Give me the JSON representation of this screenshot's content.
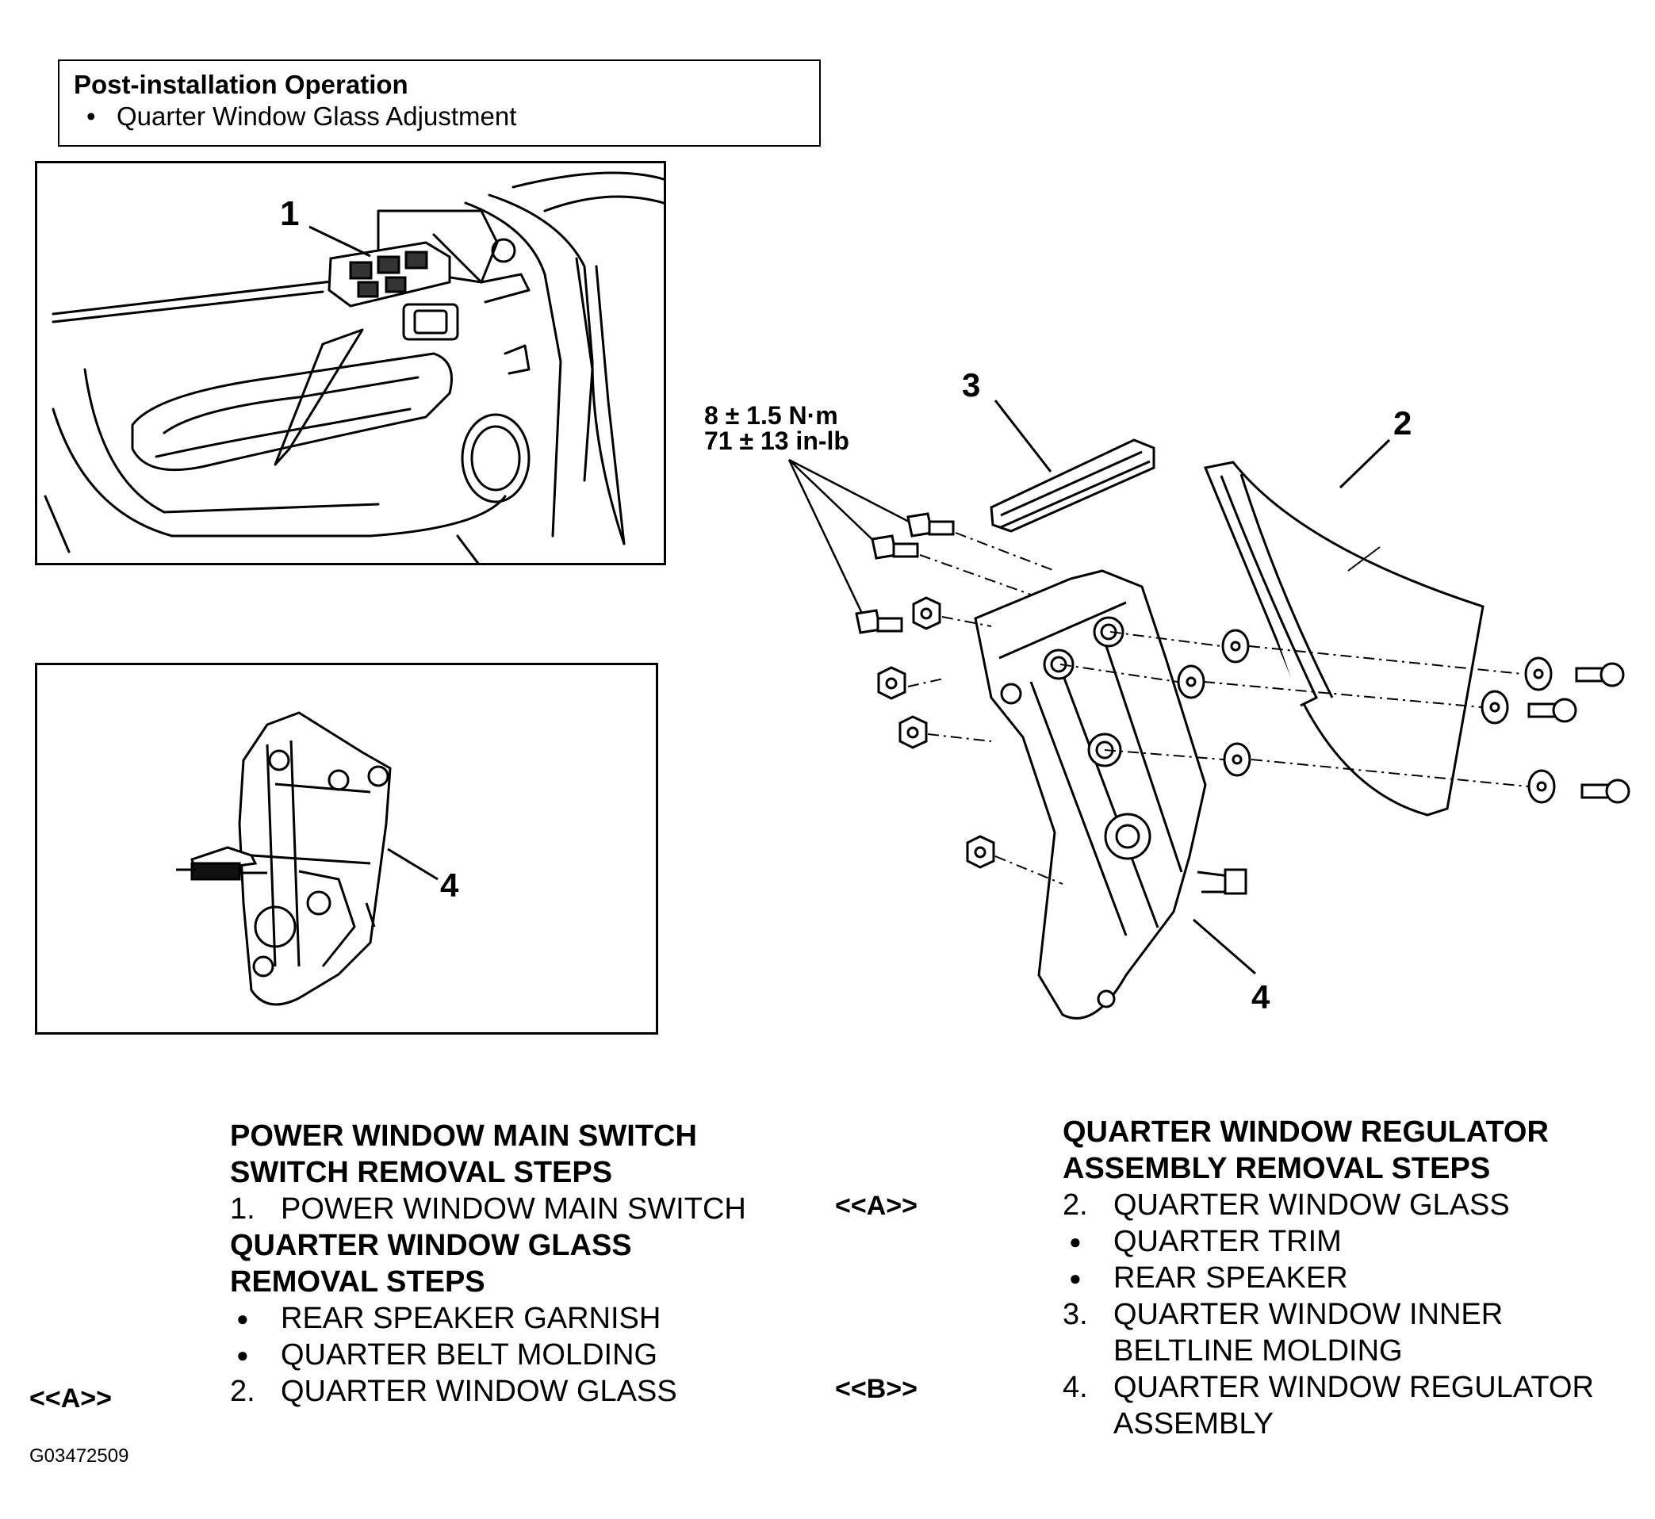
{
  "post_install": {
    "title": "Post-installation Operation",
    "item": "Quarter Window Glass Adjustment"
  },
  "callouts": {
    "c1": "1",
    "c2": "2",
    "c3": "3",
    "c4_main": "4",
    "c4_inset": "4"
  },
  "torque": {
    "line1": "8 ± 1.5 N·m",
    "line2": "71 ± 13 in-lb"
  },
  "left_steps": {
    "heading1_line1": "POWER WINDOW MAIN SWITCH",
    "heading1_line2": "SWITCH REMOVAL STEPS",
    "step1_num": "1.",
    "step1_text": "POWER WINDOW MAIN SWITCH",
    "heading2_line1": "QUARTER WINDOW GLASS",
    "heading2_line2": "REMOVAL STEPS",
    "item_a": "REAR SPEAKER GARNISH",
    "item_b": "QUARTER BELT MOLDING",
    "step2_ref": "<<A>>",
    "step2_num": "2.",
    "step2_text": "QUARTER WINDOW GLASS"
  },
  "right_steps": {
    "heading_line1": "QUARTER WINDOW REGULATOR",
    "heading_line2": "ASSEMBLY REMOVAL STEPS",
    "step2_ref": "<<A>>",
    "step2_num": "2.",
    "step2_text": "QUARTER WINDOW GLASS",
    "item_a": "QUARTER TRIM",
    "item_b": "REAR SPEAKER",
    "step3_num": "3.",
    "step3_text_line1": "QUARTER WINDOW INNER",
    "step3_text_line2": "BELTLINE MOLDING",
    "step4_ref": "<<B>>",
    "step4_num": "4.",
    "step4_text_line1": "QUARTER WINDOW REGULATOR",
    "step4_text_line2": "ASSEMBLY"
  },
  "figure_id": "G03472509"
}
